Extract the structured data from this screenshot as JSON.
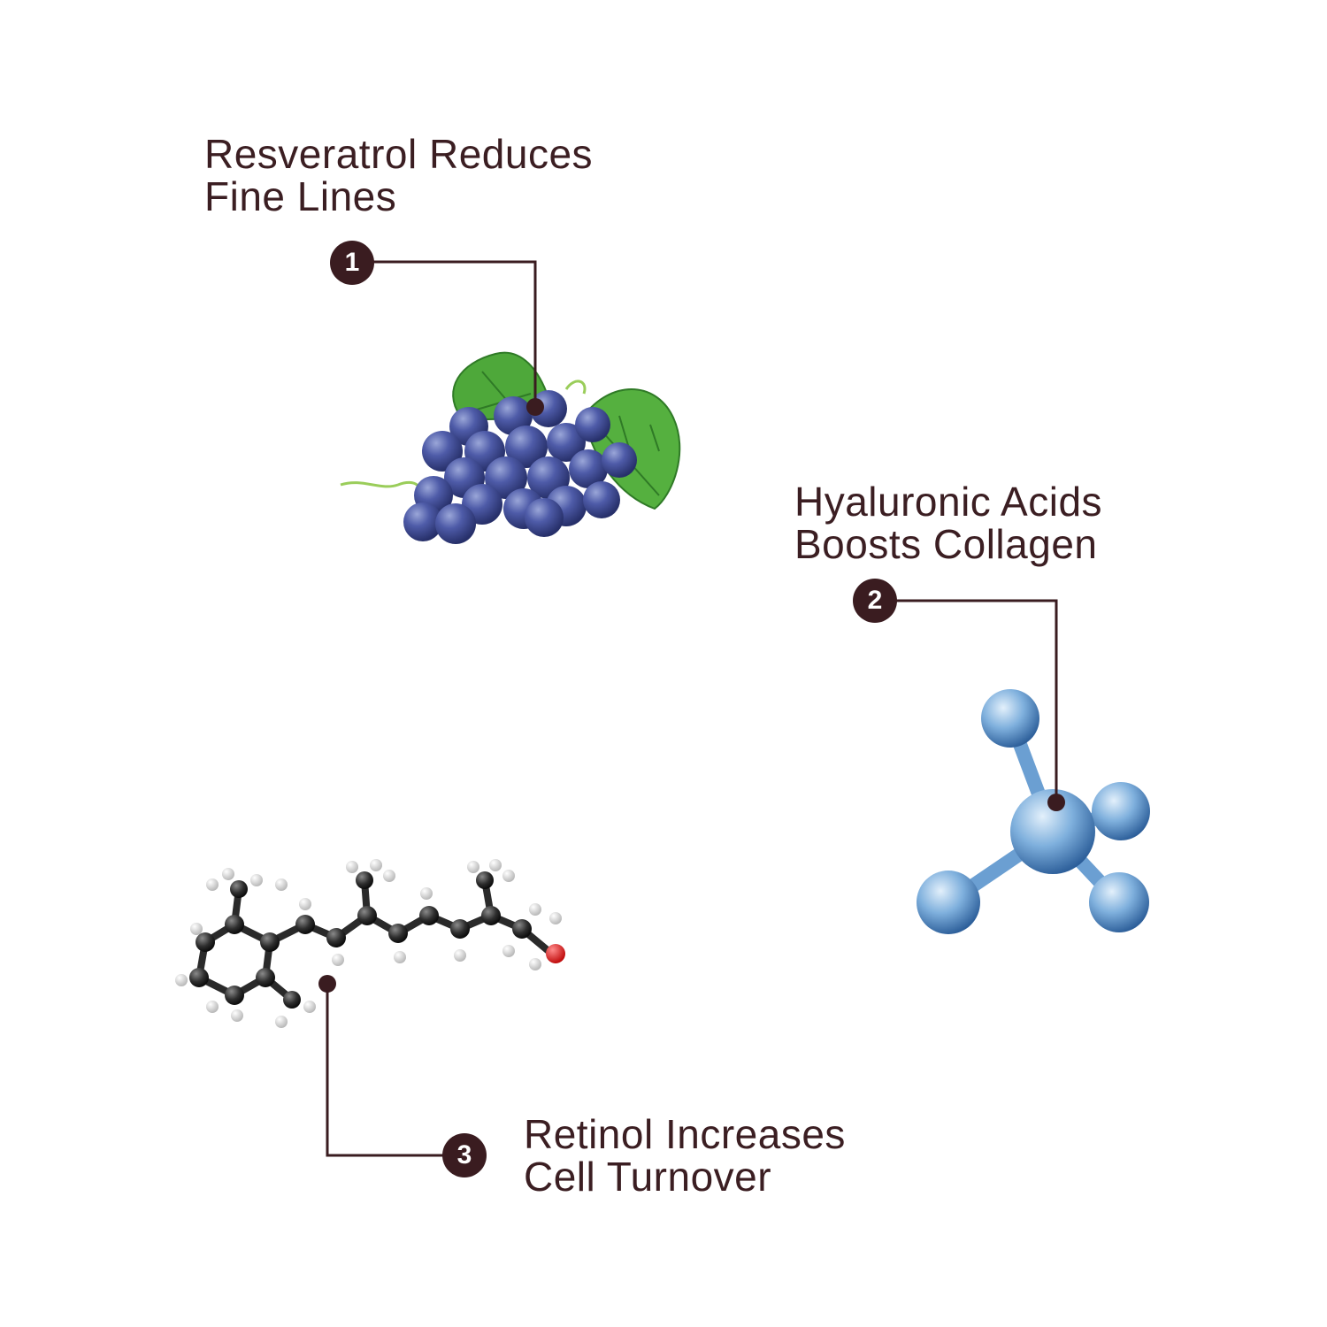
{
  "ingredients": [
    {
      "number": "1",
      "line1": "Resveratrol Reduces",
      "line2": "Fine Lines",
      "icon": "grapes-icon"
    },
    {
      "number": "2",
      "line1": "Hyaluronic Acids",
      "line2": "Boosts Collagen",
      "icon": "molecule-icon"
    },
    {
      "number": "3",
      "line1": "Retinol Increases",
      "line2": "Cell Turnover",
      "icon": "retinol-molecule-icon"
    }
  ],
  "colors": {
    "accent": "#3a1c20",
    "text": "#3b1e22",
    "grape": "#4a5aa8",
    "leaf": "#4ea83a",
    "molecule": "#5a8fc9"
  }
}
